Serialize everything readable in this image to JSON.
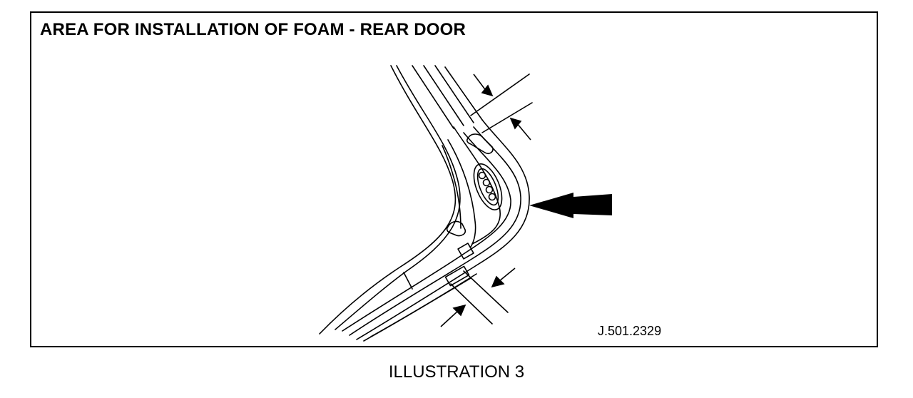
{
  "diagram": {
    "title": "AREA FOR INSTALLATION OF FOAM - REAR DOOR",
    "reference": "J.501.2329",
    "caption": "ILLUSTRATION 3"
  }
}
